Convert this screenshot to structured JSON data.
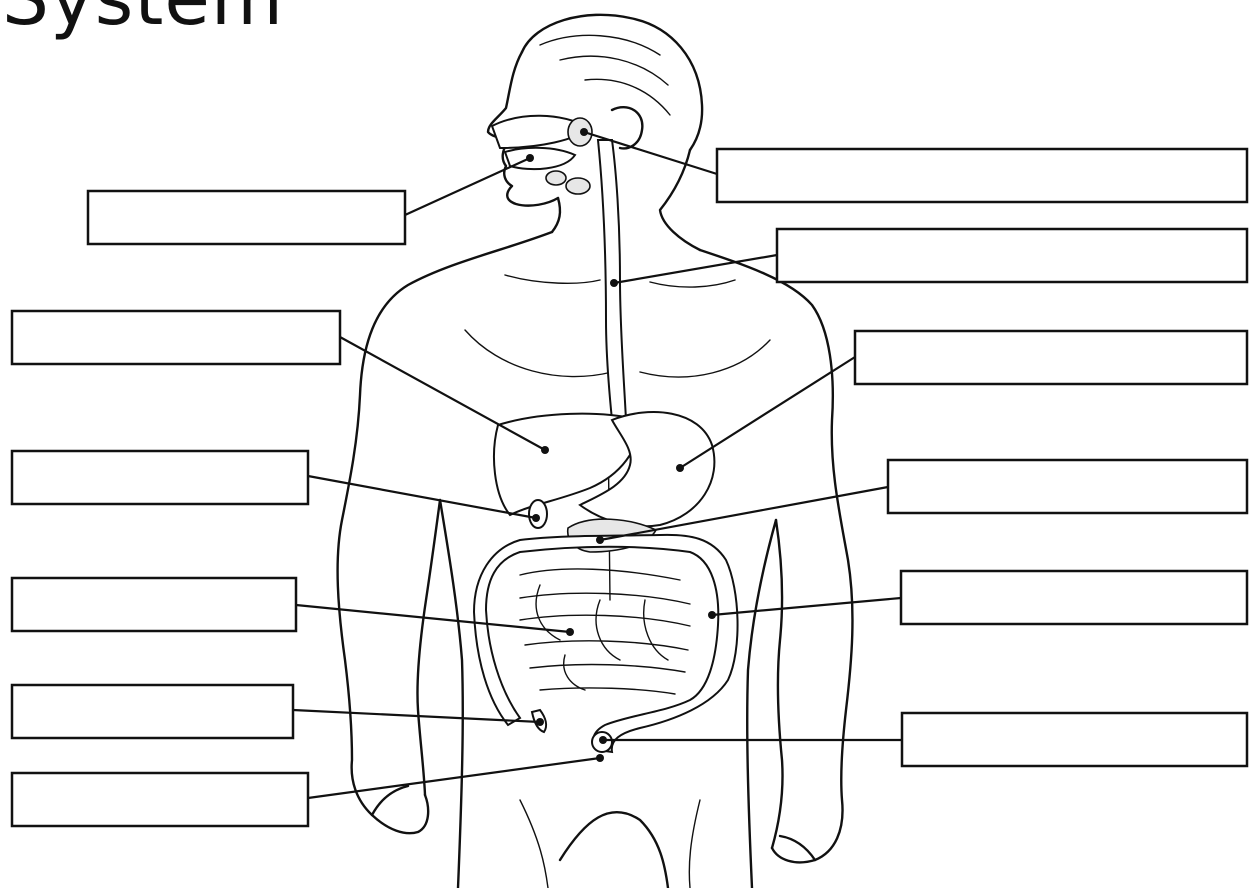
{
  "title": "System",
  "labels": [
    {
      "id": "mouth",
      "text": ""
    },
    {
      "id": "salivary-glands",
      "text": ""
    },
    {
      "id": "esophagus",
      "text": ""
    },
    {
      "id": "liver",
      "text": ""
    },
    {
      "id": "stomach",
      "text": ""
    },
    {
      "id": "gallbladder",
      "text": ""
    },
    {
      "id": "pancreas",
      "text": ""
    },
    {
      "id": "small-intestine",
      "text": ""
    },
    {
      "id": "large-intestine",
      "text": ""
    },
    {
      "id": "appendix",
      "text": ""
    },
    {
      "id": "rectum",
      "text": ""
    },
    {
      "id": "anus",
      "text": ""
    }
  ]
}
